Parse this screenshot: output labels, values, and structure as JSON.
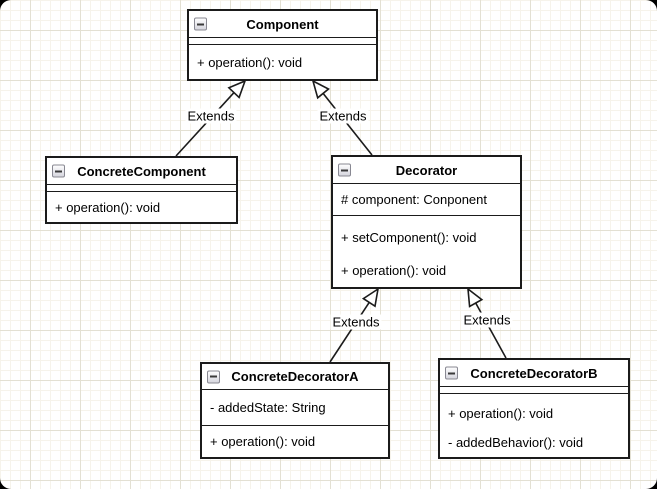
{
  "diagram": {
    "type": "uml-class-diagram",
    "pattern": "Decorator",
    "colors": {
      "stroke": "#1b1b1b",
      "shape_fill": "#ffffff",
      "grid_minor": "#f6f3eb",
      "grid_major": "#e3e0d3",
      "canvas_bg": "#ffffff"
    },
    "classes": {
      "component": {
        "name": "Component",
        "attributes": [],
        "methods": [
          "+ operation(): void"
        ]
      },
      "concrete_component": {
        "name": "ConcreteComponent",
        "attributes": [],
        "methods": [
          "+ operation(): void"
        ]
      },
      "decorator": {
        "name": "Decorator",
        "attributes": [
          "# component: Conponent"
        ],
        "methods": [
          "+ setComponent(): void",
          "+ operation(): void"
        ]
      },
      "concrete_decorator_a": {
        "name": "ConcreteDecoratorA",
        "attributes": [
          "- addedState: String"
        ],
        "methods": [
          "+ operation(): void"
        ]
      },
      "concrete_decorator_b": {
        "name": "ConcreteDecoratorB",
        "attributes": [],
        "methods": [
          "+ operation(): void",
          "- addedBehavior(): void"
        ]
      }
    },
    "connections": [
      {
        "from": "ConcreteComponent",
        "to": "Component",
        "label": "Extends",
        "arrow": "hollow-triangle"
      },
      {
        "from": "Decorator",
        "to": "Component",
        "label": "Extends",
        "arrow": "hollow-triangle"
      },
      {
        "from": "ConcreteDecoratorA",
        "to": "Decorator",
        "label": "Extends",
        "arrow": "hollow-triangle"
      },
      {
        "from": "ConcreteDecoratorB",
        "to": "Decorator",
        "label": "Extends",
        "arrow": "hollow-triangle"
      }
    ]
  }
}
